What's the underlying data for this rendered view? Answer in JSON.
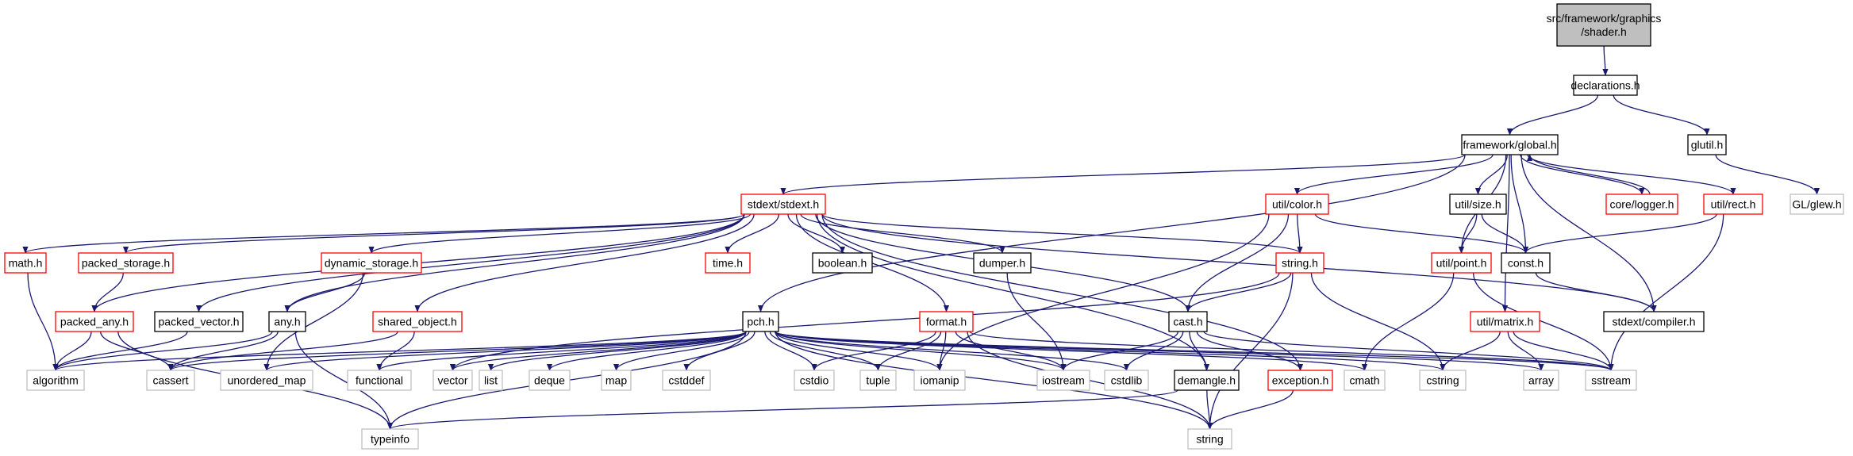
{
  "colors": {
    "edge": "#191970",
    "root_fill": "#bfbfbf",
    "root_border": "#000000",
    "doc_border": "#000000",
    "truncated_border": "#ff0000",
    "external_border": "#bfbfbf",
    "external_text": "#000000",
    "fill": "#ffffff"
  },
  "graph": {
    "nodes": [
      {
        "id": "shader",
        "label": "src/framework/graphics\n/shader.h",
        "kind": "root"
      },
      {
        "id": "declarations",
        "label": "declarations.h",
        "kind": "doc"
      },
      {
        "id": "global",
        "label": "framework/global.h",
        "kind": "doc"
      },
      {
        "id": "glutil",
        "label": "glutil.h",
        "kind": "doc"
      },
      {
        "id": "glew",
        "label": "GL/glew.h",
        "kind": "external"
      },
      {
        "id": "stdext",
        "label": "stdext/stdext.h",
        "kind": "truncated"
      },
      {
        "id": "utilcolor",
        "label": "util/color.h",
        "kind": "truncated"
      },
      {
        "id": "utilsize",
        "label": "util/size.h",
        "kind": "doc"
      },
      {
        "id": "corelogger",
        "label": "core/logger.h",
        "kind": "truncated"
      },
      {
        "id": "utilrect",
        "label": "util/rect.h",
        "kind": "truncated"
      },
      {
        "id": "math",
        "label": "math.h",
        "kind": "truncated"
      },
      {
        "id": "packedstorage",
        "label": "packed_storage.h",
        "kind": "truncated"
      },
      {
        "id": "dynstorage",
        "label": "dynamic_storage.h",
        "kind": "truncated"
      },
      {
        "id": "time",
        "label": "time.h",
        "kind": "truncated"
      },
      {
        "id": "boolean",
        "label": "boolean.h",
        "kind": "doc"
      },
      {
        "id": "dumper",
        "label": "dumper.h",
        "kind": "doc"
      },
      {
        "id": "string_h",
        "label": "string.h",
        "kind": "truncated"
      },
      {
        "id": "utilpoint",
        "label": "util/point.h",
        "kind": "truncated"
      },
      {
        "id": "const",
        "label": "const.h",
        "kind": "doc"
      },
      {
        "id": "packedany",
        "label": "packed_any.h",
        "kind": "truncated"
      },
      {
        "id": "packedvector",
        "label": "packed_vector.h",
        "kind": "doc"
      },
      {
        "id": "any",
        "label": "any.h",
        "kind": "doc"
      },
      {
        "id": "sharedobject",
        "label": "shared_object.h",
        "kind": "truncated"
      },
      {
        "id": "pch",
        "label": "pch.h",
        "kind": "doc"
      },
      {
        "id": "format",
        "label": "format.h",
        "kind": "truncated"
      },
      {
        "id": "cast",
        "label": "cast.h",
        "kind": "doc"
      },
      {
        "id": "utilmatrix",
        "label": "util/matrix.h",
        "kind": "truncated"
      },
      {
        "id": "compiler",
        "label": "stdext/compiler.h",
        "kind": "doc"
      },
      {
        "id": "demangle",
        "label": "demangle.h",
        "kind": "doc"
      },
      {
        "id": "exception",
        "label": "exception.h",
        "kind": "truncated"
      },
      {
        "id": "algorithm",
        "label": "algorithm",
        "kind": "external"
      },
      {
        "id": "cassert",
        "label": "cassert",
        "kind": "external"
      },
      {
        "id": "unordered_map",
        "label": "unordered_map",
        "kind": "external"
      },
      {
        "id": "functional",
        "label": "functional",
        "kind": "external"
      },
      {
        "id": "vector",
        "label": "vector",
        "kind": "external"
      },
      {
        "id": "list",
        "label": "list",
        "kind": "external"
      },
      {
        "id": "deque",
        "label": "deque",
        "kind": "external"
      },
      {
        "id": "map",
        "label": "map",
        "kind": "external"
      },
      {
        "id": "cstddef",
        "label": "cstddef",
        "kind": "external"
      },
      {
        "id": "cstdio",
        "label": "cstdio",
        "kind": "external"
      },
      {
        "id": "tuple",
        "label": "tuple",
        "kind": "external"
      },
      {
        "id": "iomanip",
        "label": "iomanip",
        "kind": "external"
      },
      {
        "id": "iostream",
        "label": "iostream",
        "kind": "external"
      },
      {
        "id": "cstdlib",
        "label": "cstdlib",
        "kind": "external"
      },
      {
        "id": "cmath",
        "label": "cmath",
        "kind": "external"
      },
      {
        "id": "cstring",
        "label": "cstring",
        "kind": "external"
      },
      {
        "id": "array",
        "label": "array",
        "kind": "external"
      },
      {
        "id": "sstream",
        "label": "sstream",
        "kind": "external"
      },
      {
        "id": "typeinfo",
        "label": "typeinfo",
        "kind": "external"
      },
      {
        "id": "string",
        "label": "string",
        "kind": "external"
      }
    ],
    "edges": [
      [
        "shader",
        "declarations"
      ],
      [
        "declarations",
        "global"
      ],
      [
        "declarations",
        "glutil"
      ],
      [
        "glutil",
        "glew"
      ],
      [
        "global",
        "stdext"
      ],
      [
        "global",
        "utilcolor"
      ],
      [
        "global",
        "utilsize"
      ],
      [
        "global",
        "corelogger"
      ],
      [
        "global",
        "utilrect"
      ],
      [
        "global",
        "utilpoint"
      ],
      [
        "global",
        "const"
      ],
      [
        "global",
        "compiler"
      ],
      [
        "global",
        "utilmatrix"
      ],
      [
        "global",
        "pch"
      ],
      [
        "corelogger",
        "global"
      ],
      [
        "stdext",
        "math"
      ],
      [
        "stdext",
        "packedstorage"
      ],
      [
        "stdext",
        "dynstorage"
      ],
      [
        "stdext",
        "time"
      ],
      [
        "stdext",
        "boolean"
      ],
      [
        "stdext",
        "dumper"
      ],
      [
        "stdext",
        "string_h"
      ],
      [
        "stdext",
        "packedany"
      ],
      [
        "stdext",
        "packedvector"
      ],
      [
        "stdext",
        "any"
      ],
      [
        "stdext",
        "sharedobject"
      ],
      [
        "stdext",
        "format"
      ],
      [
        "stdext",
        "cast"
      ],
      [
        "stdext",
        "compiler"
      ],
      [
        "stdext",
        "demangle"
      ],
      [
        "stdext",
        "exception"
      ],
      [
        "utilcolor",
        "string_h"
      ],
      [
        "utilcolor",
        "const"
      ],
      [
        "utilcolor",
        "cast"
      ],
      [
        "utilcolor",
        "iomanip"
      ],
      [
        "utilsize",
        "utilpoint"
      ],
      [
        "utilsize",
        "const"
      ],
      [
        "utilrect",
        "const"
      ],
      [
        "utilrect",
        "sstream"
      ],
      [
        "utilpoint",
        "cmath"
      ],
      [
        "utilpoint",
        "sstream"
      ],
      [
        "const",
        "compiler"
      ],
      [
        "utilmatrix",
        "cstring"
      ],
      [
        "utilmatrix",
        "array"
      ],
      [
        "utilmatrix",
        "sstream"
      ],
      [
        "math",
        "algorithm"
      ],
      [
        "packedstorage",
        "packedany"
      ],
      [
        "packedany",
        "algorithm"
      ],
      [
        "packedany",
        "cassert"
      ],
      [
        "packedany",
        "typeinfo"
      ],
      [
        "packedvector",
        "algorithm"
      ],
      [
        "dynstorage",
        "any"
      ],
      [
        "dynstorage",
        "unordered_map"
      ],
      [
        "any",
        "algorithm"
      ],
      [
        "any",
        "cassert"
      ],
      [
        "any",
        "typeinfo"
      ],
      [
        "sharedobject",
        "cassert"
      ],
      [
        "sharedobject",
        "functional"
      ],
      [
        "dumper",
        "iostream"
      ],
      [
        "string_h",
        "cast"
      ],
      [
        "string_h",
        "vector"
      ],
      [
        "string_h",
        "cstring"
      ],
      [
        "string_h",
        "string"
      ],
      [
        "format",
        "cstdio"
      ],
      [
        "format",
        "tuple"
      ],
      [
        "format",
        "iomanip"
      ],
      [
        "format",
        "iostream"
      ],
      [
        "format",
        "string"
      ],
      [
        "format",
        "sstream"
      ],
      [
        "cast",
        "iostream"
      ],
      [
        "cast",
        "cstdlib"
      ],
      [
        "cast",
        "demangle"
      ],
      [
        "cast",
        "exception"
      ],
      [
        "cast",
        "sstream"
      ],
      [
        "demangle",
        "typeinfo"
      ],
      [
        "demangle",
        "string"
      ],
      [
        "exception",
        "string"
      ],
      [
        "pch",
        "algorithm"
      ],
      [
        "pch",
        "cassert"
      ],
      [
        "pch",
        "unordered_map"
      ],
      [
        "pch",
        "functional"
      ],
      [
        "pch",
        "vector"
      ],
      [
        "pch",
        "list"
      ],
      [
        "pch",
        "deque"
      ],
      [
        "pch",
        "map"
      ],
      [
        "pch",
        "cstddef"
      ],
      [
        "pch",
        "cstdio"
      ],
      [
        "pch",
        "tuple"
      ],
      [
        "pch",
        "iomanip"
      ],
      [
        "pch",
        "iostream"
      ],
      [
        "pch",
        "cstdlib"
      ],
      [
        "pch",
        "cmath"
      ],
      [
        "pch",
        "cstring"
      ],
      [
        "pch",
        "array"
      ],
      [
        "pch",
        "sstream"
      ],
      [
        "pch",
        "typeinfo"
      ],
      [
        "pch",
        "string"
      ]
    ]
  }
}
